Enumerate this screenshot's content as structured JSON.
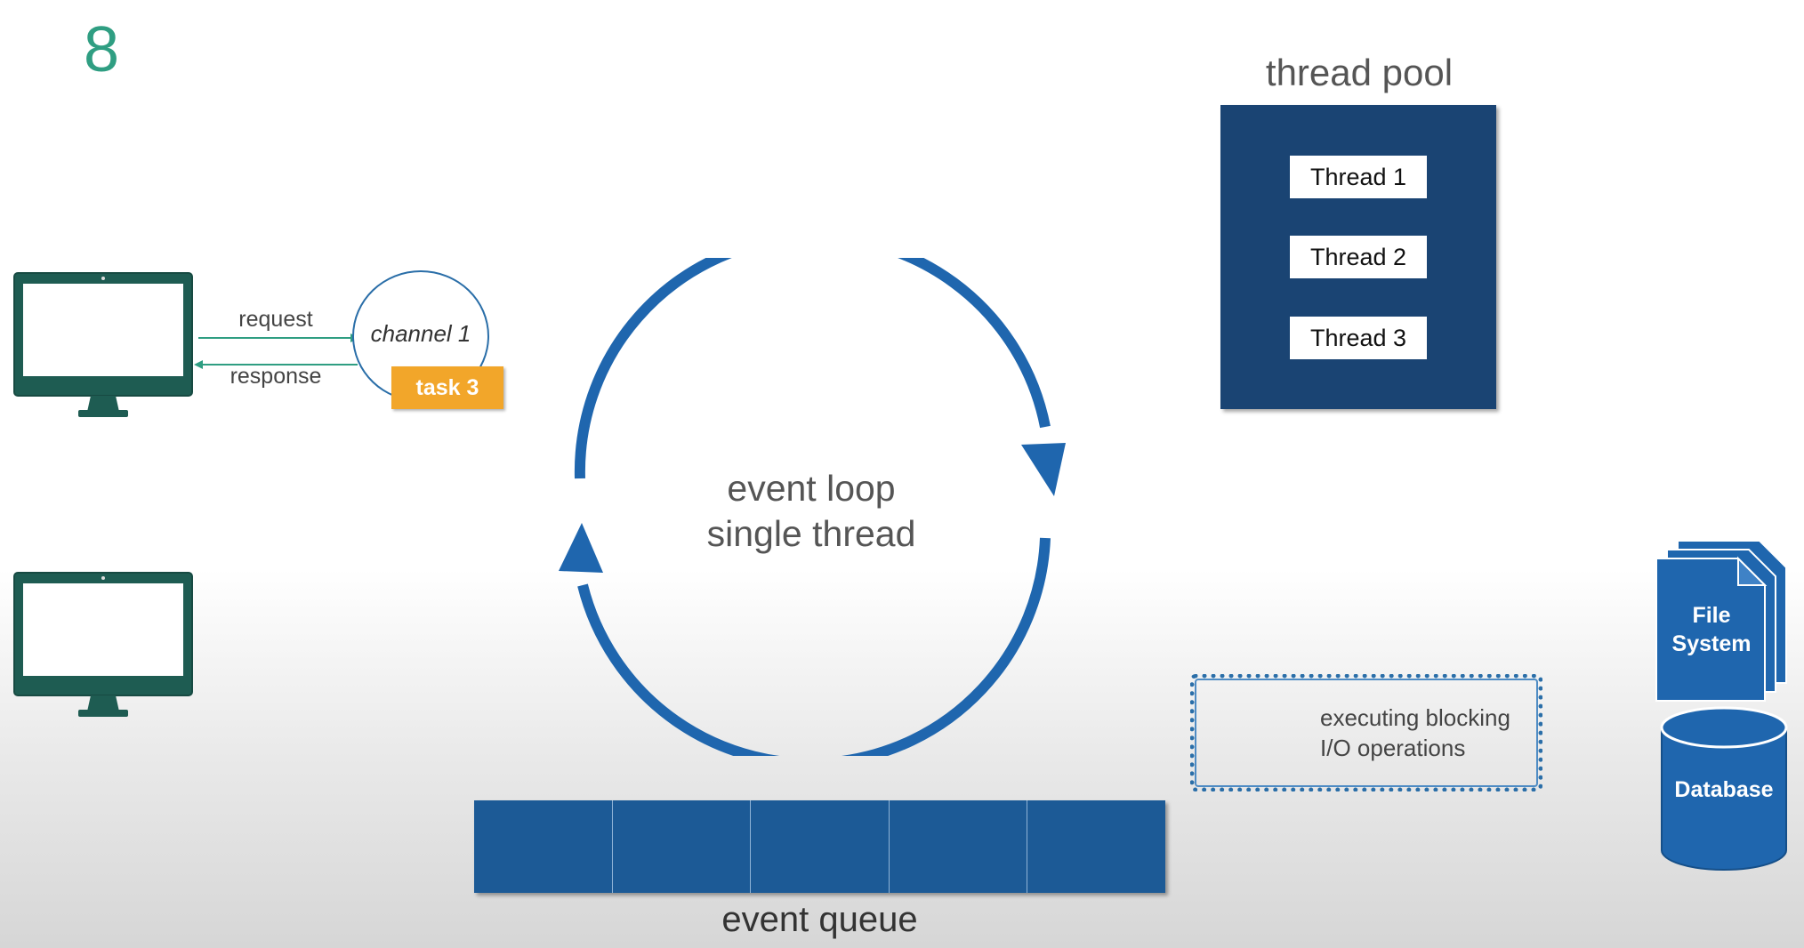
{
  "slide": {
    "number": "8"
  },
  "thread_pool": {
    "title": "thread pool",
    "threads": [
      "Thread 1",
      "Thread 2",
      "Thread 3"
    ]
  },
  "client": {
    "request_label": "request",
    "response_label": "response",
    "channel_label": "channel 1",
    "task_label": "task 3"
  },
  "event_loop": {
    "line1": "event loop",
    "line2": "single thread"
  },
  "event_queue": {
    "label": "event queue",
    "cells": 5
  },
  "blocking": {
    "line1": "executing blocking",
    "line2": "I/O operations"
  },
  "storage": {
    "file_system_line1": "File",
    "file_system_line2": "System",
    "database_label": "Database"
  },
  "colors": {
    "accent_green": "#2f9e82",
    "monitor_green": "#1e5c52",
    "navy": "#1a4473",
    "blue": "#1f66ae",
    "task_orange": "#f2a62a"
  }
}
